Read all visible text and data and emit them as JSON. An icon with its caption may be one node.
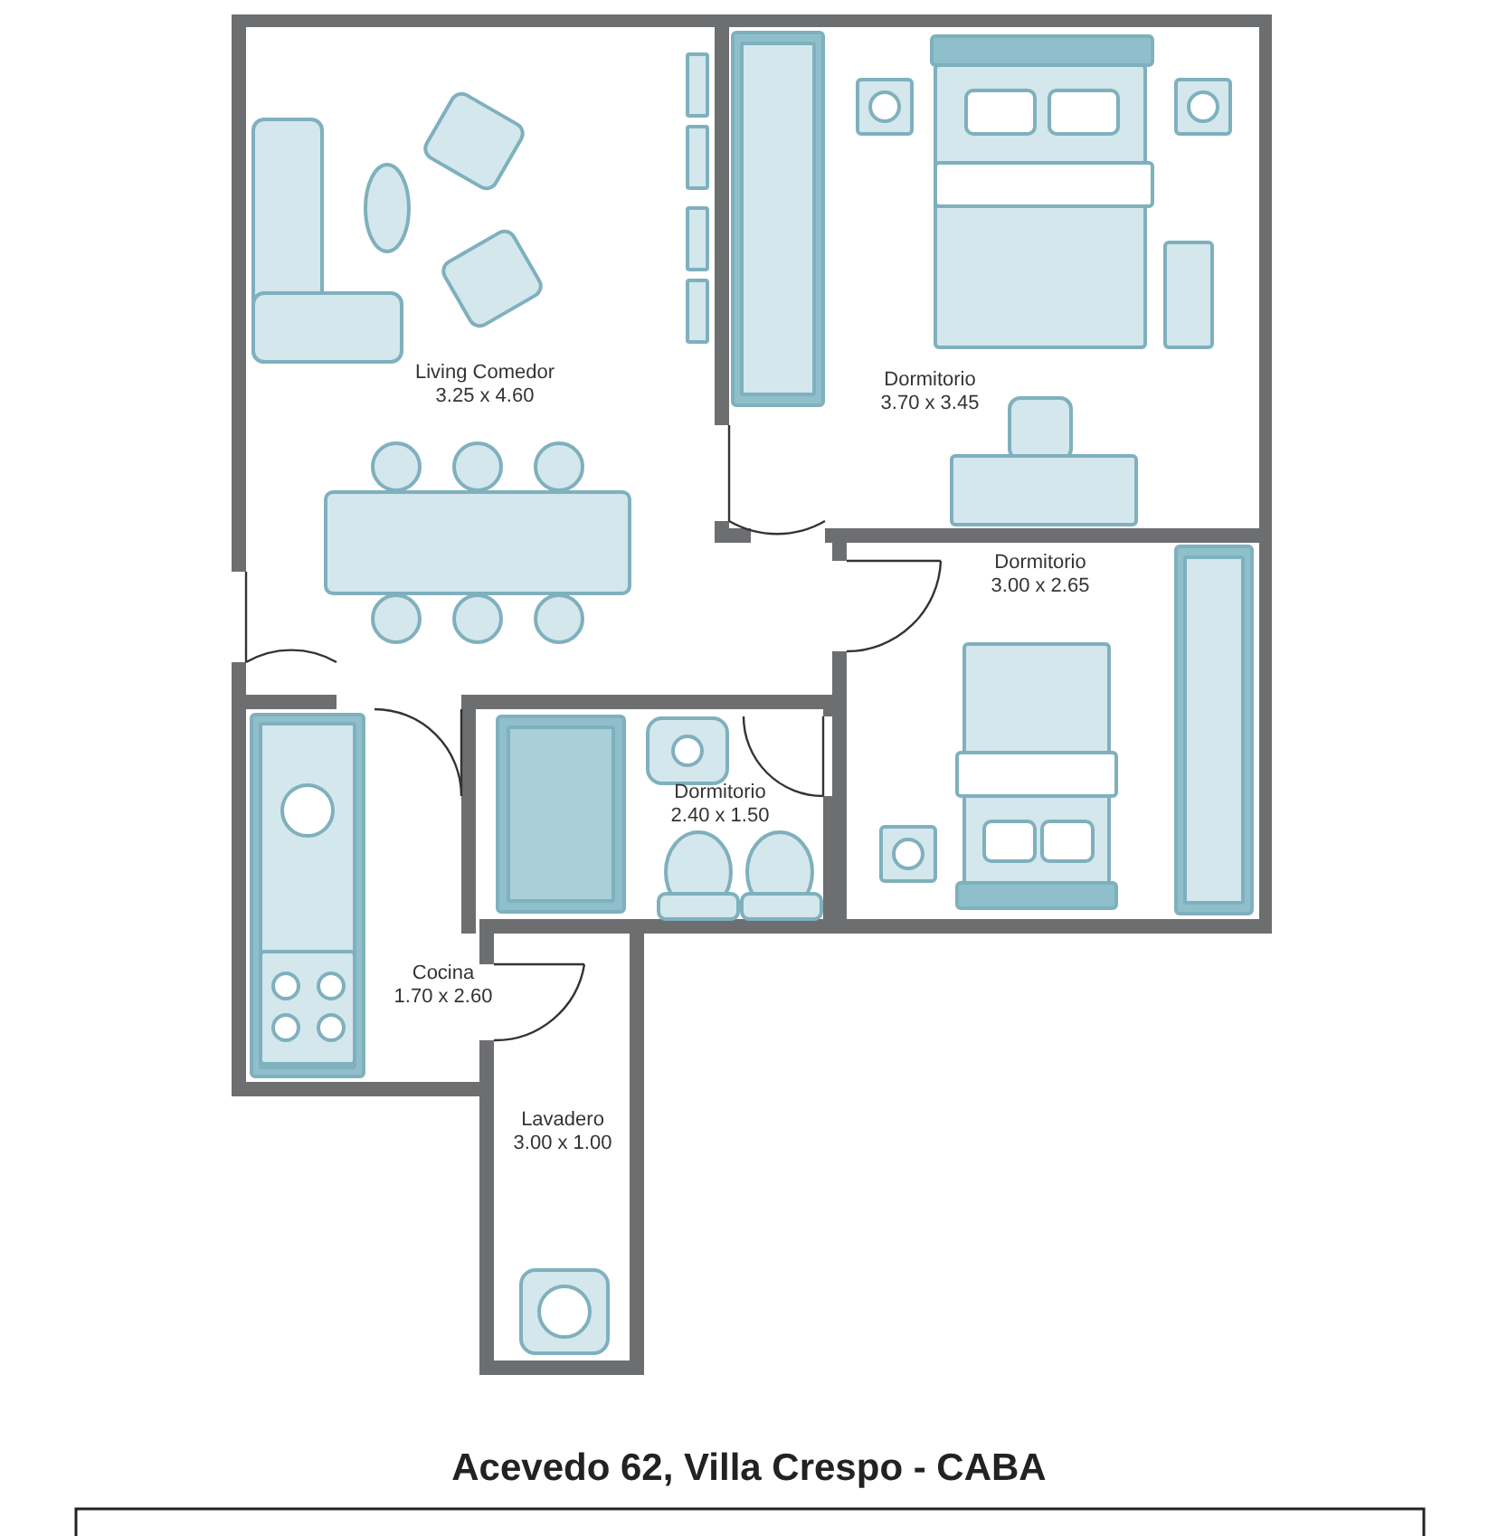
{
  "diagram": {
    "caption": "Acevedo 62, Villa Crespo - CABA",
    "labels": [
      "Living Comedor",
      "3.25 x 4.60",
      "Dormitorio",
      "3.70 x 3.45",
      "Dormitorio",
      "3.00 x 2.65",
      "Dormitorio",
      "2.40 x 1.50",
      "Cocina",
      "1.70 x 2.60",
      "Lavadero",
      "3.00 x 1.00"
    ]
  }
}
